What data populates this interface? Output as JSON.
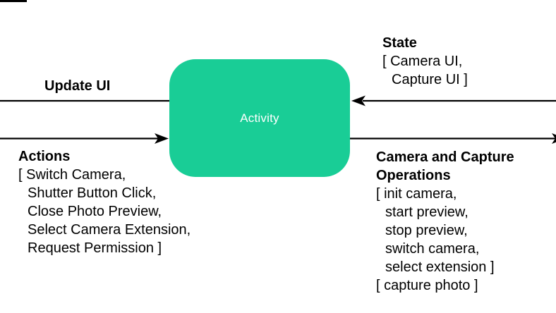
{
  "colors": {
    "box_fill": "#19CD96",
    "box_text": "#FFFFFF",
    "arrow": "#000000",
    "text": "#000000",
    "background": "#FFFFFF"
  },
  "activity_box": {
    "label": "Activity"
  },
  "update_ui": {
    "title": "Update UI"
  },
  "actions": {
    "title": "Actions",
    "lines": [
      "[ Switch Camera,",
      "Shutter Button Click,",
      "Close Photo Preview,",
      "Select Camera Extension,",
      "Request Permission ]"
    ]
  },
  "state": {
    "title": "State",
    "lines": [
      "[ Camera UI,",
      "Capture UI ]"
    ]
  },
  "camera_ops": {
    "title_line1": "Camera and Capture",
    "title_line2": "Operations",
    "lines": [
      "[ init camera,",
      "start preview,",
      "stop preview,",
      "switch camera,",
      "select extension ]",
      "[ capture photo ]"
    ]
  }
}
